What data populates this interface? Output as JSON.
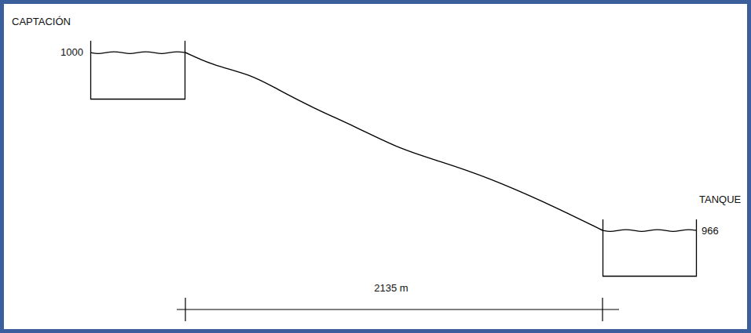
{
  "diagram": {
    "nodes": [
      {
        "text": [
          "CAPTACIÓN",
          "1000"
        ]
      },
      {
        "text": [
          "TANQUE",
          "966"
        ]
      }
    ],
    "edges": [
      {
        "from": 0,
        "to": 1,
        "arrow": "none"
      }
    ],
    "labels": [
      "2135 m"
    ]
  }
}
